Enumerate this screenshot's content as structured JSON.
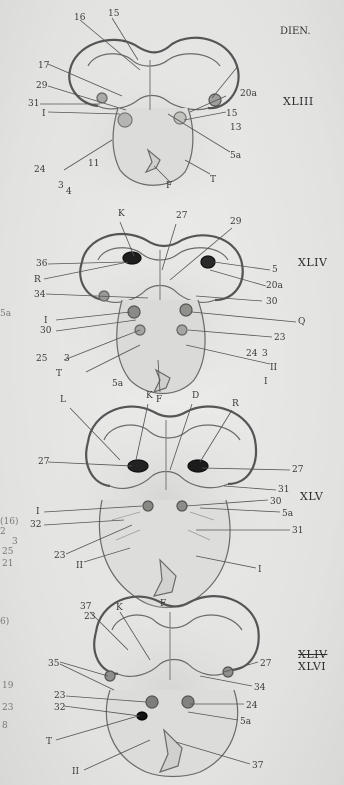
{
  "plate_title": "DIEN.",
  "sections": {
    "s1": "XLIII",
    "s2": "XLIV",
    "s3": "XLV",
    "s4_struck": "XLIV",
    "s4": "XLVI"
  },
  "labels": {
    "p1": [
      "16",
      "15",
      "17",
      "29",
      "31",
      "I",
      "20a",
      "15",
      "13",
      "5a",
      "T",
      "F",
      "24",
      "3",
      "11",
      "4"
    ],
    "p2": [
      "K",
      "27",
      "29",
      "36",
      "R",
      "34",
      "5",
      "20a",
      "30",
      "I",
      "30",
      "Q",
      "23",
      "3",
      "25",
      "3",
      "II",
      "24",
      "T",
      "I",
      "5a",
      "F"
    ],
    "p3": [
      "L",
      "K",
      "D",
      "R",
      "27",
      "27",
      "31",
      "30",
      "5a",
      "I",
      "32",
      "31",
      "23",
      "II",
      "I",
      "F"
    ],
    "p4": [
      "37",
      "23",
      "K",
      "35",
      "27",
      "34",
      "23",
      "32",
      "24",
      "T",
      "II",
      "5a",
      "37"
    ]
  },
  "margin_left": [
    "5a",
    "(16)",
    "2",
    "3",
    "25",
    "21",
    "6)",
    "19",
    "23",
    "8"
  ]
}
